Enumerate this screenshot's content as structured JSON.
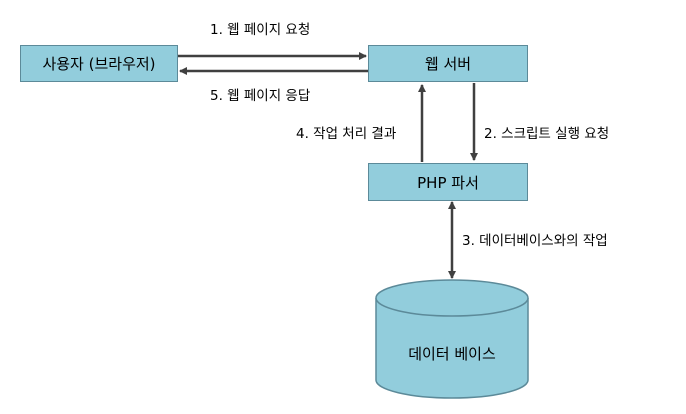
{
  "nodes": {
    "user": "사용자 (브라우저)",
    "web_server": "웹 서버",
    "php_parser": "PHP 파서",
    "database": "데이터 베이스"
  },
  "edges": {
    "request_page": "1. 웹 페이지 요청",
    "request_script": "2. 스크립트 실행 요청",
    "db_work": "3. 데이터베이스와의 작업",
    "work_result": "4. 작업 처리 결과",
    "response_page": "5. 웹 페이지 응답"
  },
  "colors": {
    "box_fill": "#92cddc",
    "box_border": "#5c8a99",
    "arrow": "#404040"
  }
}
